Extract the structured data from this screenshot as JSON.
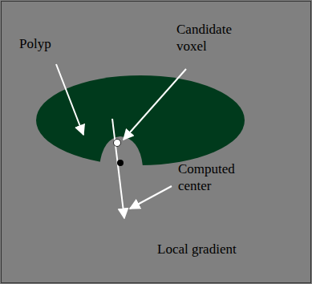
{
  "diagram": {
    "labels": [
      "Polyp",
      "Candidate voxel",
      "Computed center",
      "Local gradient"
    ]
  }
}
